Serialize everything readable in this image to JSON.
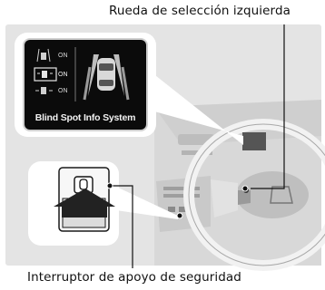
{
  "labels": {
    "left_selector_wheel": "Rueda de selección izquierda",
    "safety_support_switch": "Interruptor de apoyo de seguridad"
  },
  "display": {
    "title": "Blind Spot Info System",
    "items": [
      {
        "icon": "lane-assist-icon",
        "state": "ON"
      },
      {
        "icon": "blind-spot-car-icon",
        "state": "ON"
      },
      {
        "icon": "cross-traffic-icon",
        "state": "ON"
      }
    ]
  },
  "colors": {
    "frame": "#e4e4e4",
    "callout": "#ffffff",
    "highlight": "#555555"
  }
}
